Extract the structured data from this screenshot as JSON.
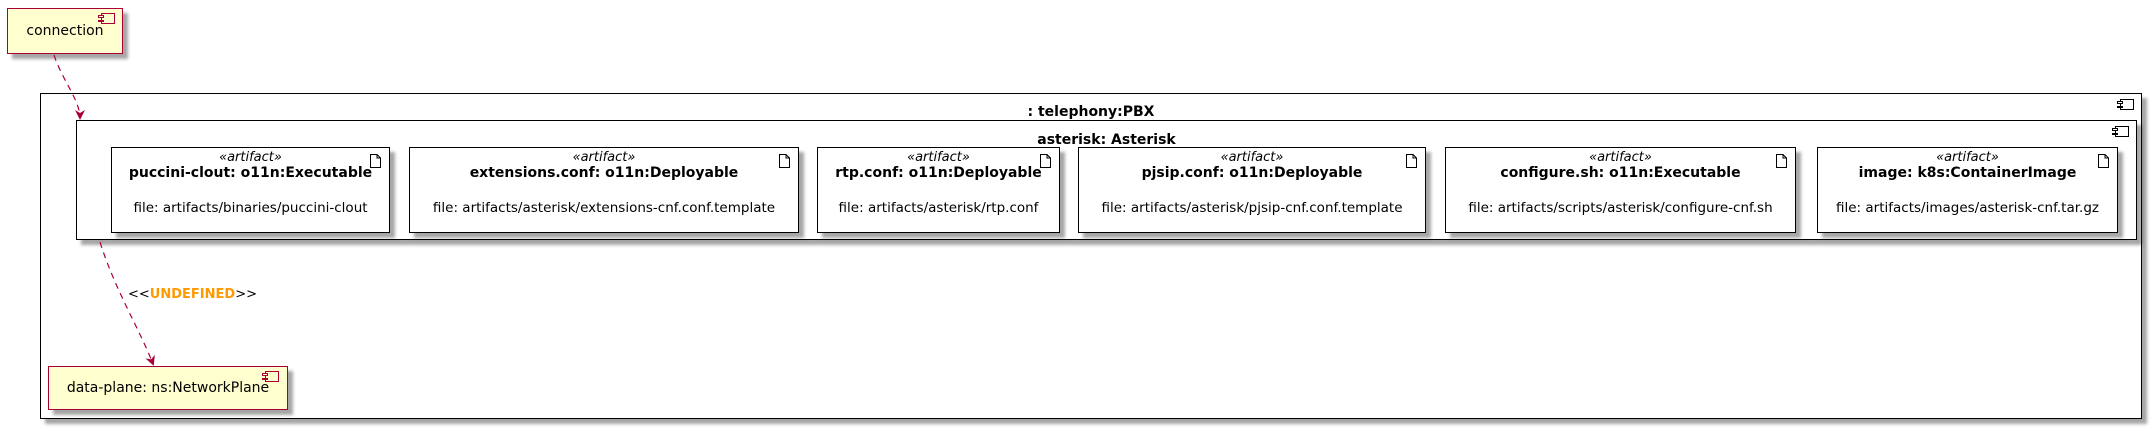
{
  "components": {
    "connection": {
      "label": "connection"
    },
    "data_plane": {
      "label": "data-plane: ns:NetworkPlane"
    }
  },
  "pbx": {
    "title": ": telephony:PBX",
    "asterisk": {
      "title": "asterisk: Asterisk",
      "artifacts": [
        {
          "stereotype": "«artifact»",
          "name": "puccini-clout: o11n:Executable",
          "file": "file: artifacts/binaries/puccini-clout"
        },
        {
          "stereotype": "«artifact»",
          "name": "extensions.conf: o11n:Deployable",
          "file": "file: artifacts/asterisk/extensions-cnf.conf.template"
        },
        {
          "stereotype": "«artifact»",
          "name": "rtp.conf: o11n:Deployable",
          "file": "file: artifacts/asterisk/rtp.conf"
        },
        {
          "stereotype": "«artifact»",
          "name": "pjsip.conf: o11n:Deployable",
          "file": "file: artifacts/asterisk/pjsip-cnf.conf.template"
        },
        {
          "stereotype": "«artifact»",
          "name": "configure.sh: o11n:Executable",
          "file": "file: artifacts/scripts/asterisk/configure-cnf.sh"
        },
        {
          "stereotype": "«artifact»",
          "name": "image: k8s:ContainerImage",
          "file": "file: artifacts/images/asterisk-cnf.tar.gz"
        }
      ]
    }
  },
  "edges": {
    "undefined_label_open": "<<",
    "undefined_label_kw": "UNDEFINED",
    "undefined_label_close": ">>"
  },
  "colors": {
    "component_fill": "#fefece",
    "component_border": "#a80036",
    "arrow": "#a80036",
    "stereotype_keyword": "#ff9900"
  }
}
